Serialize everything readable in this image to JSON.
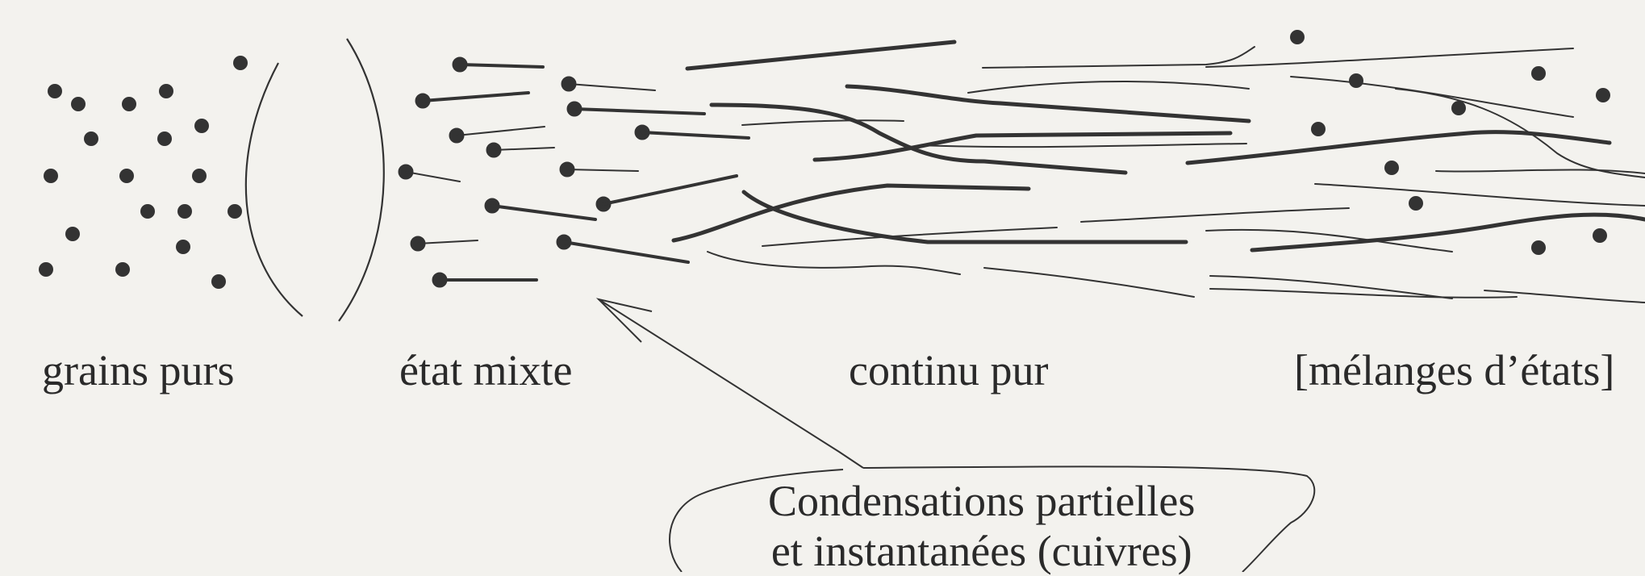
{
  "labels": {
    "grains": "grains purs",
    "mixte": "état mixte",
    "continu": "continu pur",
    "melanges": "[mélanges d’états]"
  },
  "callout": {
    "line1": "Condensations partielles",
    "line2": "et instantanées (cuivres)"
  },
  "colors": {
    "ink": "#2a2a2a",
    "paper": "#f3f2ee"
  }
}
